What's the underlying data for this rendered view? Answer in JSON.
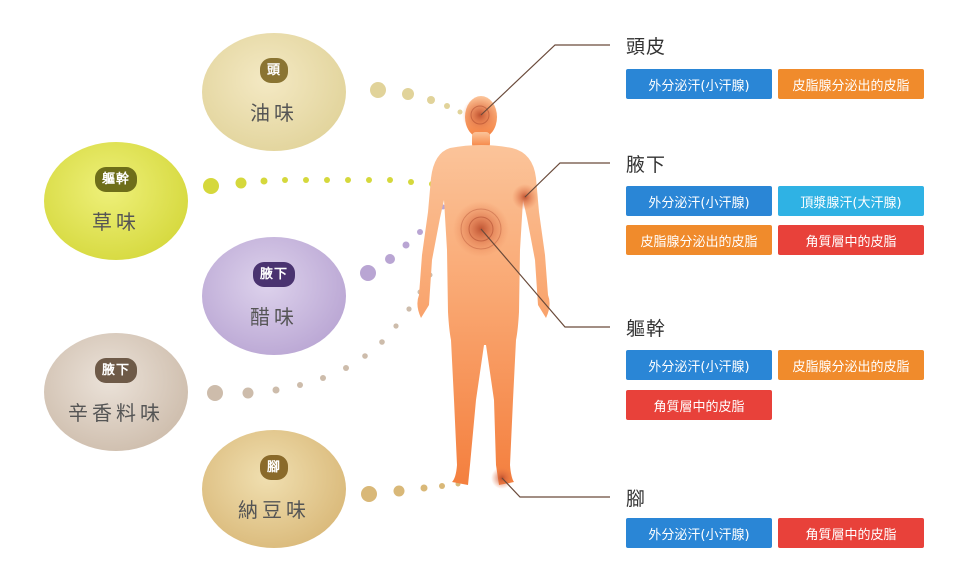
{
  "smells": [
    {
      "tag": "頭",
      "name": "油味"
    },
    {
      "tag": "軀幹",
      "name": "草味"
    },
    {
      "tag": "腋下",
      "name": "醋味"
    },
    {
      "tag": "腋下",
      "name": "辛香料味"
    },
    {
      "tag": "腳",
      "name": "納豆味"
    }
  ],
  "sections": [
    {
      "title": "頭皮",
      "chips": [
        "外分泌汗(小汗腺)",
        "皮脂腺分泌出的皮脂"
      ]
    },
    {
      "title": "腋下",
      "chips": [
        "外分泌汗(小汗腺)",
        "頂漿腺汗(大汗腺)",
        "皮脂腺分泌出的皮脂",
        "角質層中的皮脂"
      ]
    },
    {
      "title": "軀幹",
      "chips": [
        "外分泌汗(小汗腺)",
        "皮脂腺分泌出的皮脂",
        "角質層中的皮脂"
      ]
    },
    {
      "title": "腳",
      "chips": [
        "外分泌汗(小汗腺)",
        "角質層中的皮脂"
      ]
    }
  ],
  "colors": {
    "blue": "#2a86d6",
    "cyan": "#2fb2e4",
    "orange": "#f08b2c",
    "red": "#e8413a",
    "body": "#f9a06a"
  }
}
